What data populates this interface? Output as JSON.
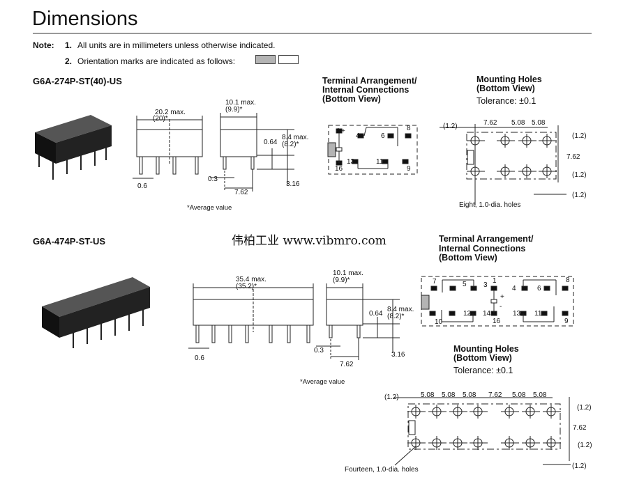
{
  "title": "Dimensions",
  "notes": {
    "label": "Note:",
    "items": [
      {
        "num": "1.",
        "text": "All units are in millimeters unless otherwise indicated."
      },
      {
        "num": "2.",
        "text": "Orientation marks are indicated as follows:"
      }
    ],
    "swatch_colors": [
      "#b4b4b4",
      "#ffffff"
    ]
  },
  "watermark": "伟柏工业 www.vibmro.com",
  "section1": {
    "model": "G6A-274P-ST(40)-US",
    "side": {
      "length": "20.2 max.",
      "length_avg": "(20)*",
      "pin": "0.6"
    },
    "end": {
      "width": "10.1 max.",
      "width_avg": "(9.9)*",
      "a": "0.64",
      "height": "8.4 max.",
      "height_avg": "(8.2)*",
      "pin_len": "3.16",
      "pin_t": "0.3",
      "pitch": "7.62"
    },
    "avg_note": "*Average value",
    "terminal": {
      "heading": [
        "Terminal Arrangement/",
        "Internal Connections",
        "(Bottom View)"
      ],
      "pins": [
        "1",
        "4",
        "6",
        "8",
        "16",
        "13",
        "11",
        "9"
      ],
      "plus": "+"
    },
    "mounting": {
      "heading": [
        "Mounting Holes",
        "(Bottom View)"
      ],
      "tolerance": "Tolerance: ±0.1",
      "top": [
        "(1.2)",
        "7.62",
        "5.08",
        "5.08"
      ],
      "right": [
        "(1.2)",
        "7.62",
        "(1.2)",
        "(1.2)"
      ],
      "caption": "Eight, 1.0-dia. holes"
    }
  },
  "section2": {
    "model": "G6A-474P-ST-US",
    "side": {
      "length": "35.4 max.",
      "length_avg": "(35.2)*",
      "pin": "0.6"
    },
    "end": {
      "width": "10.1 max.",
      "width_avg": "(9.9)*",
      "a": "0.64",
      "height": "8.4 max.",
      "height_avg": "(8.2)*",
      "pin_len": "3.16",
      "pin_t": "0.3",
      "pitch": "7.62"
    },
    "avg_note": "*Average value",
    "terminal": {
      "heading": [
        "Terminal Arrangement/",
        "Internal Connections",
        "(Bottom View)"
      ],
      "pins": [
        "7",
        "5",
        "3",
        "1",
        "4",
        "6",
        "8",
        "10",
        "12",
        "14",
        "16",
        "13",
        "11",
        "9"
      ],
      "plus": "+",
      "minus": "-"
    },
    "mounting": {
      "heading": [
        "Mounting Holes",
        "(Bottom View)"
      ],
      "tolerance": "Tolerance: ±0.1",
      "top": [
        "(1.2)",
        "5.08",
        "5.08",
        "5.08",
        "7.62",
        "5.08",
        "5.08"
      ],
      "right": [
        "(1.2)",
        "7.62",
        "(1.2)",
        "(1.2)"
      ],
      "caption": "Fourteen, 1.0-dia. holes"
    }
  }
}
